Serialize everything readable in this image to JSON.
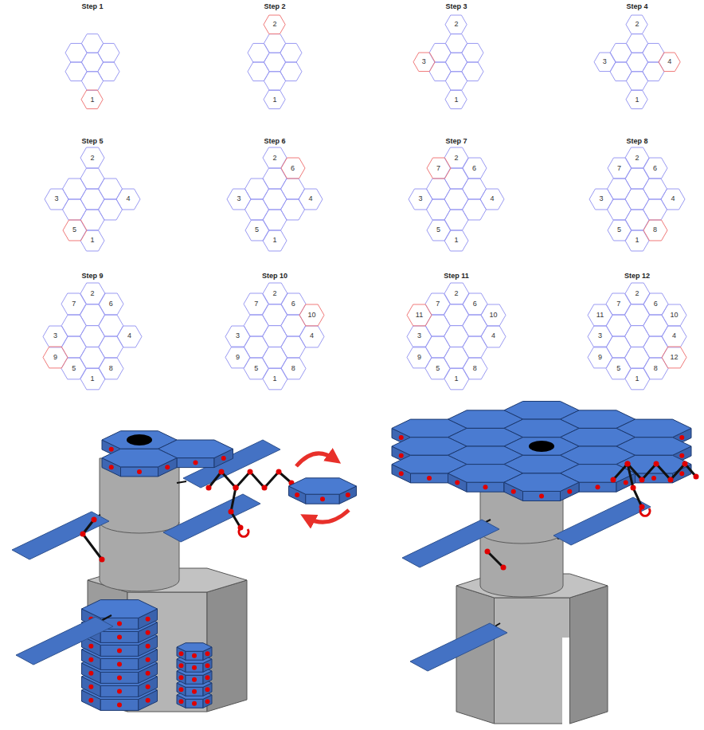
{
  "diagram": {
    "nodes": [
      {
        "text": [
          "1"
        ]
      },
      {
        "text": [
          "1"
        ]
      },
      {
        "text": [
          "2"
        ]
      },
      {
        "text": [
          "1"
        ]
      },
      {
        "text": [
          "2"
        ]
      },
      {
        "text": [
          "3"
        ]
      },
      {
        "text": [
          "1"
        ]
      },
      {
        "text": [
          "2"
        ]
      },
      {
        "text": [
          "3"
        ]
      },
      {
        "text": [
          "4"
        ]
      },
      {
        "text": [
          "1"
        ]
      },
      {
        "text": [
          "2"
        ]
      },
      {
        "text": [
          "3"
        ]
      },
      {
        "text": [
          "4"
        ]
      },
      {
        "text": [
          "5"
        ]
      },
      {
        "text": [
          "1"
        ]
      },
      {
        "text": [
          "2"
        ]
      },
      {
        "text": [
          "3"
        ]
      },
      {
        "text": [
          "4"
        ]
      },
      {
        "text": [
          "5"
        ]
      },
      {
        "text": [
          "6"
        ]
      },
      {
        "text": [
          "1"
        ]
      },
      {
        "text": [
          "2"
        ]
      },
      {
        "text": [
          "3"
        ]
      },
      {
        "text": [
          "4"
        ]
      },
      {
        "text": [
          "5"
        ]
      },
      {
        "text": [
          "6"
        ]
      },
      {
        "text": [
          "7"
        ]
      },
      {
        "text": [
          "1"
        ]
      },
      {
        "text": [
          "2"
        ]
      },
      {
        "text": [
          "3"
        ]
      },
      {
        "text": [
          "4"
        ]
      },
      {
        "text": [
          "5"
        ]
      },
      {
        "text": [
          "6"
        ]
      },
      {
        "text": [
          "7"
        ]
      },
      {
        "text": [
          "8"
        ]
      },
      {
        "text": [
          "1"
        ]
      },
      {
        "text": [
          "2"
        ]
      },
      {
        "text": [
          "3"
        ]
      },
      {
        "text": [
          "4"
        ]
      },
      {
        "text": [
          "5"
        ]
      },
      {
        "text": [
          "6"
        ]
      },
      {
        "text": [
          "7"
        ]
      },
      {
        "text": [
          "8"
        ]
      },
      {
        "text": [
          "9"
        ]
      },
      {
        "text": [
          "1"
        ]
      },
      {
        "text": [
          "2"
        ]
      },
      {
        "text": [
          "3"
        ]
      },
      {
        "text": [
          "4"
        ]
      },
      {
        "text": [
          "5"
        ]
      },
      {
        "text": [
          "6"
        ]
      },
      {
        "text": [
          "7"
        ]
      },
      {
        "text": [
          "8"
        ]
      },
      {
        "text": [
          "9"
        ]
      },
      {
        "text": [
          "10"
        ]
      },
      {
        "text": [
          "1"
        ]
      },
      {
        "text": [
          "2"
        ]
      },
      {
        "text": [
          "3"
        ]
      },
      {
        "text": [
          "4"
        ]
      },
      {
        "text": [
          "5"
        ]
      },
      {
        "text": [
          "6"
        ]
      },
      {
        "text": [
          "7"
        ]
      },
      {
        "text": [
          "8"
        ]
      },
      {
        "text": [
          "9"
        ]
      },
      {
        "text": [
          "10"
        ]
      },
      {
        "text": [
          "11"
        ]
      },
      {
        "text": [
          "1"
        ]
      },
      {
        "text": [
          "2"
        ]
      },
      {
        "text": [
          "3"
        ]
      },
      {
        "text": [
          "4"
        ]
      },
      {
        "text": [
          "5"
        ]
      },
      {
        "text": [
          "6"
        ]
      },
      {
        "text": [
          "7"
        ]
      },
      {
        "text": [
          "8"
        ]
      },
      {
        "text": [
          "9"
        ]
      },
      {
        "text": [
          "10"
        ]
      },
      {
        "text": [
          "11"
        ]
      },
      {
        "text": [
          "12"
        ]
      }
    ],
    "labels": [
      "Step 1",
      "Step 2",
      "Step 3",
      "Step 4",
      "Step 5",
      "Step 6",
      "Step 7",
      "Step 8",
      "Step 9",
      "Step 10",
      "Step 11",
      "Step 12"
    ]
  }
}
